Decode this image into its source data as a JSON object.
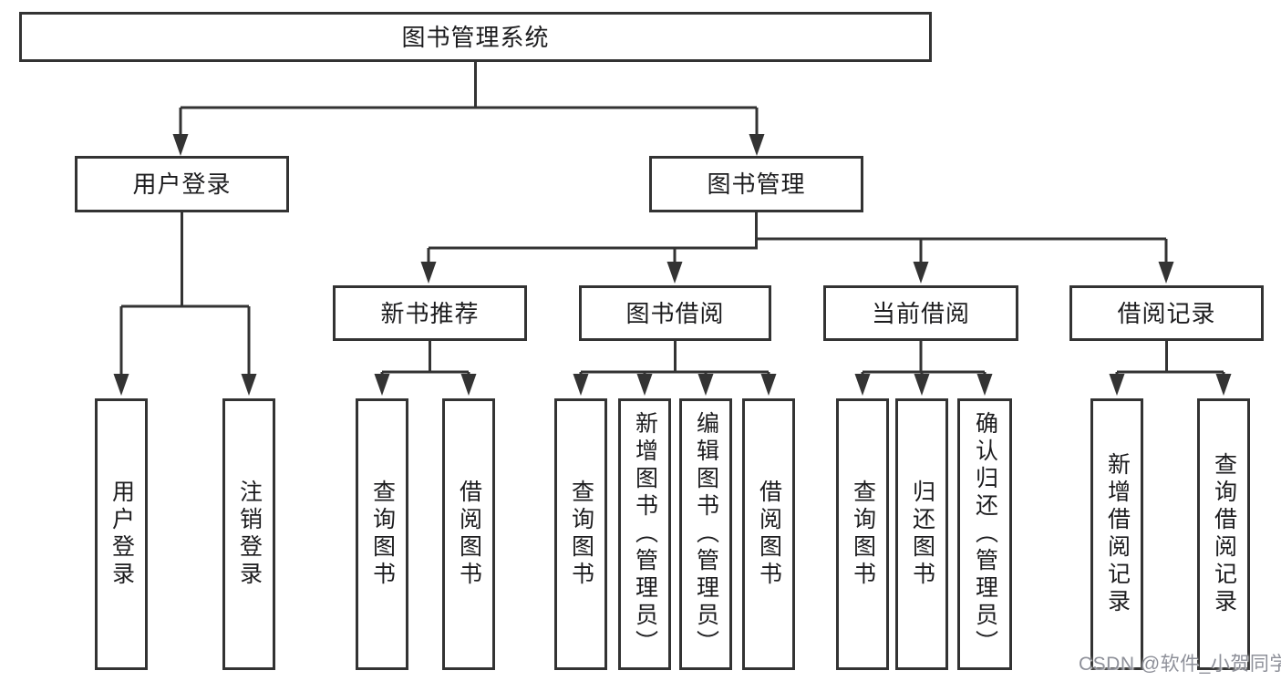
{
  "tree": {
    "label": "图书管理系统",
    "children": [
      {
        "label": "用户登录",
        "children": [
          {
            "label": "用户登录"
          },
          {
            "label": "注销登录"
          }
        ]
      },
      {
        "label": "图书管理",
        "children": [
          {
            "label": "新书推荐",
            "children": [
              {
                "label": "查询图书"
              },
              {
                "label": "借阅图书"
              }
            ]
          },
          {
            "label": "图书借阅",
            "children": [
              {
                "label": "查询图书"
              },
              {
                "label": "新增图书（管理员）"
              },
              {
                "label": "编辑图书（管理员）"
              },
              {
                "label": "借阅图书"
              }
            ]
          },
          {
            "label": "当前借阅",
            "children": [
              {
                "label": "查询图书"
              },
              {
                "label": "归还图书"
              },
              {
                "label": "确认归还（管理员）"
              }
            ]
          },
          {
            "label": "借阅记录",
            "children": [
              {
                "label": "新增借阅记录"
              },
              {
                "label": "查询借阅记录"
              }
            ]
          }
        ]
      }
    ]
  },
  "watermark": "CSDN @软件_小贺同学",
  "colors": {
    "line": "#333333",
    "box_border": "#333333",
    "box_fill": "#ffffff",
    "text": "#1c1c1e",
    "watermark": "#8e9099",
    "background": "#ffffff"
  }
}
